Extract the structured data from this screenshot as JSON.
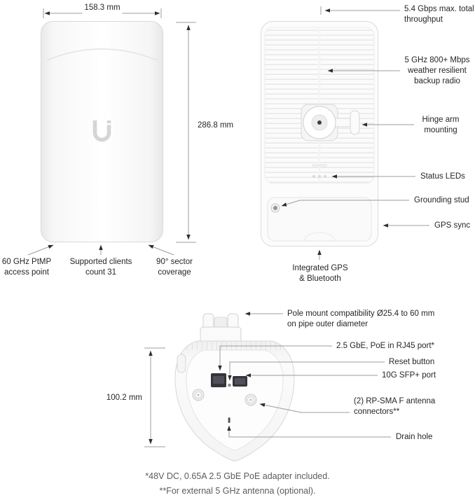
{
  "diagram": {
    "front_view": {
      "width_dim": "158.3 mm",
      "height_dim": "286.8 mm",
      "callouts": {
        "ptmp": "60 GHz PtMP\naccess point",
        "clients": "Supported clients\ncount 31",
        "sector": "90° sector\ncoverage"
      }
    },
    "back_view": {
      "callouts": {
        "throughput": "5.4 Gbps max. total\nthroughput",
        "backup_radio": "5 GHz 800+ Mbps\nweather resilient\nbackup radio",
        "hinge": "Hinge arm\nmounting",
        "status_leds": "Status LEDs",
        "grounding": "Grounding stud",
        "gps_sync": "GPS sync",
        "integrated_gps": "Integrated GPS\n& Bluetooth"
      }
    },
    "bottom_view": {
      "depth_dim": "100.2 mm",
      "callouts": {
        "pole_mount": "Pole mount compatibility Ø25.4 to 60 mm\non pipe outer diameter",
        "rj45": "2.5 GbE, PoE in RJ45 port*",
        "reset": "Reset button",
        "sfp": "10G SFP+ port",
        "antenna": "(2) RP-SMA F antenna\nconnectors**",
        "drain": "Drain hole"
      }
    },
    "footnotes": [
      "*48V DC, 0.65A 2.5 GbE PoE adapter included.",
      "**For external 5 GHz antenna (optional)."
    ],
    "colors": {
      "text": "#26262c",
      "muted_text": "#5b5b62",
      "leader_line": "#9c9ca1",
      "arrow": "#2e2e33",
      "device_outline": "#d9d9d9"
    }
  }
}
